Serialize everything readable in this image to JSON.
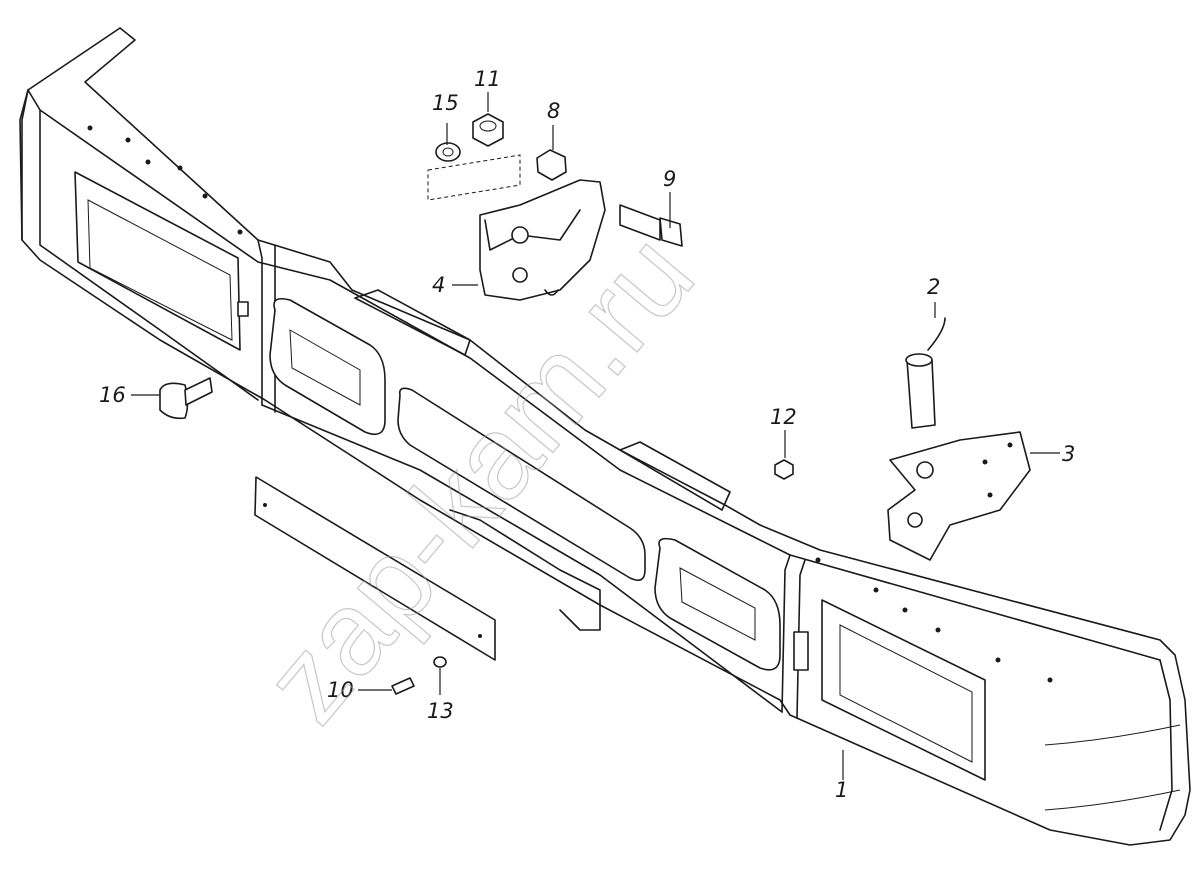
{
  "watermark": "zap-kam.ru",
  "callouts": [
    {
      "id": "1",
      "label": "1"
    },
    {
      "id": "2",
      "label": "2"
    },
    {
      "id": "3",
      "label": "3"
    },
    {
      "id": "4",
      "label": "4"
    },
    {
      "id": "8",
      "label": "8"
    },
    {
      "id": "9",
      "label": "9"
    },
    {
      "id": "10",
      "label": "10"
    },
    {
      "id": "11",
      "label": "11"
    },
    {
      "id": "12",
      "label": "12"
    },
    {
      "id": "13",
      "label": "13"
    },
    {
      "id": "15",
      "label": "15"
    },
    {
      "id": "16",
      "label": "16"
    }
  ],
  "colors": {
    "line": "#1a1a1a",
    "background": "#ffffff",
    "watermark": "#9a9a9a"
  }
}
